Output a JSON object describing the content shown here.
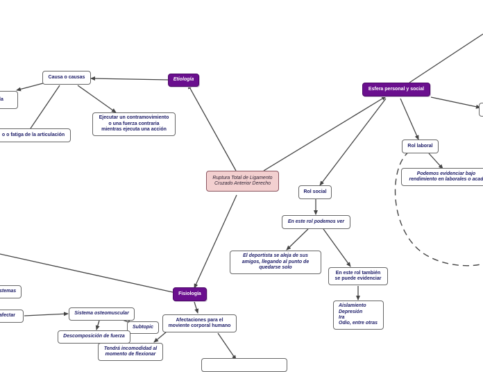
{
  "nodes": {
    "root": "Ruptura Total de Ligamento\nCruzado Anterior Derecho",
    "etiologia": "Etiología",
    "causa": "Causa o causas",
    "causa_left": "la",
    "fatiga": "o o  fatiga de la articulación",
    "ejecutar": "Ejecutar un contramovimiento\no una fuerza contraria\nmientras ejecuta una acción",
    "esfera": "Esfera personal y social",
    "rol_laboral": "Rol laboral",
    "podemos": "Podemos evidenciar bajo\nrendimiento en laborales o acad",
    "rol_social": "Rol social",
    "en_este_rol": "En este rol podemos ver",
    "deportista": "El deportista se aleja de sus\namigos, llegando al punto de\nquedarse solo",
    "tambien": "En este rol también\nse puede evidenciar",
    "aislamiento": "Aislamiento\nDepresión\nIra\nOdio, entre otras",
    "fisiologia": "Fisiología",
    "sistemas": "stemas",
    "afectar": "afectar",
    "osteomuscular": "Sistema osteomuscular",
    "subtopic": "Subtopic",
    "descomposicion": "Descomposición de fuerza",
    "afectaciones": "Afectaciones para el\nmoviente corporal humano",
    "incomodidad": "Tendrá incomodidad al\nmomento de flexionar"
  },
  "colors": {
    "main_topic": "#6a0f8e",
    "root_fill": "#f3d0d0",
    "text": "#1a1a66",
    "line": "#444444"
  }
}
